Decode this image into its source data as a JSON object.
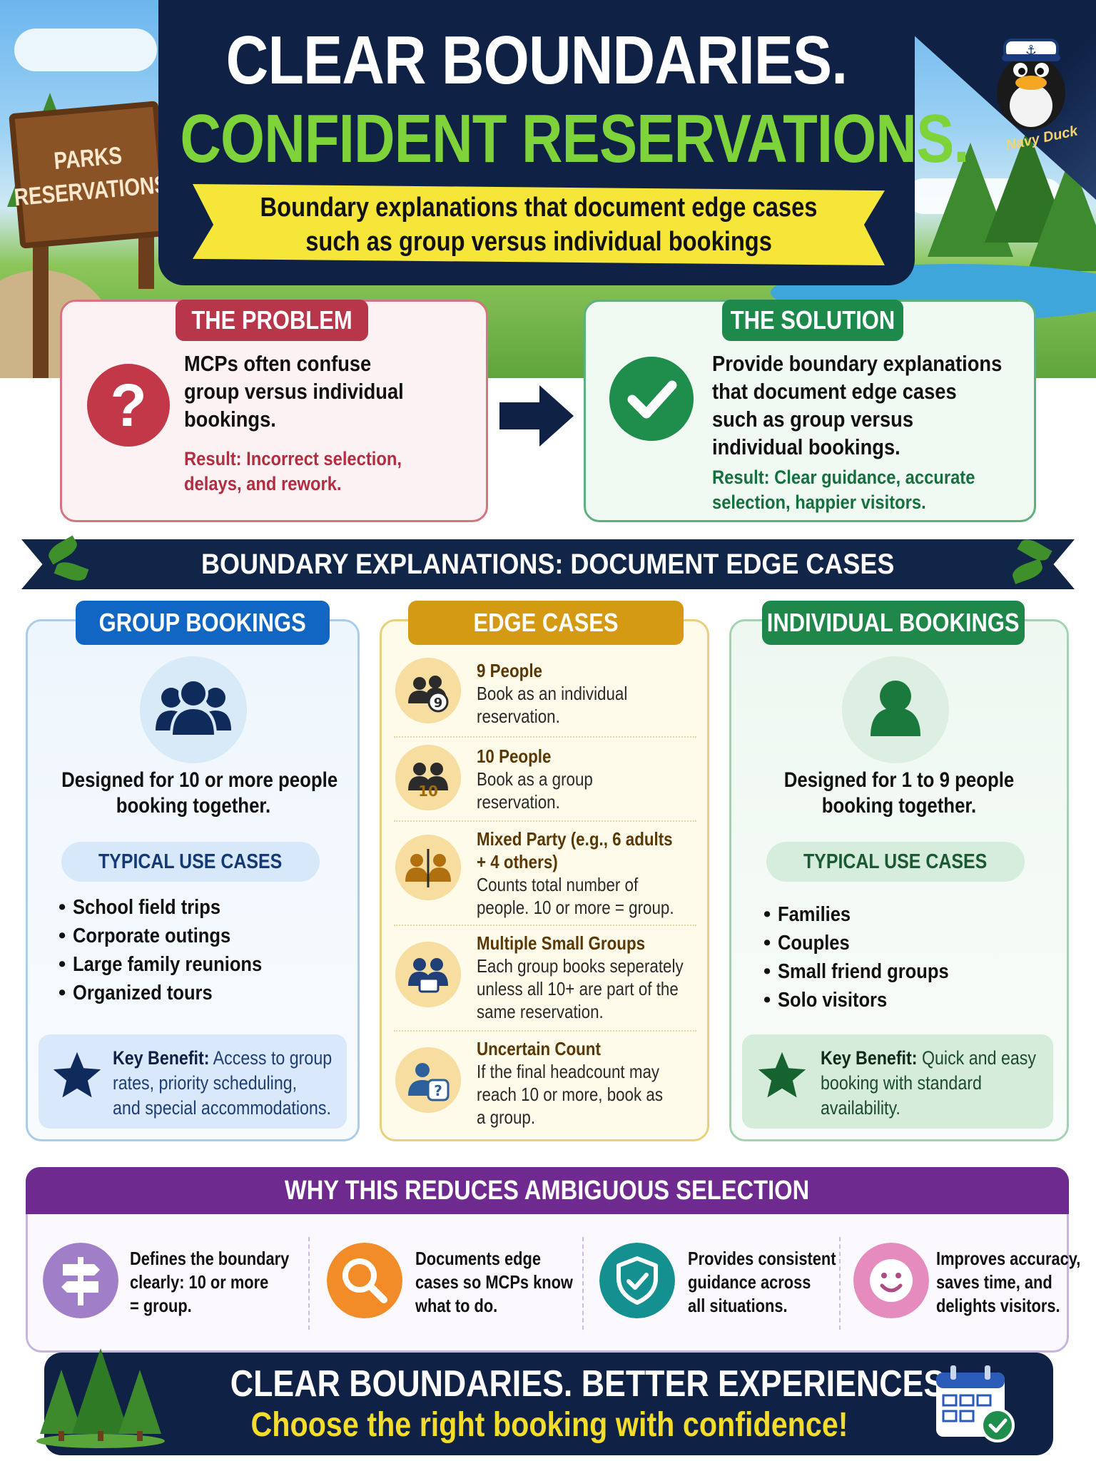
{
  "hero": {
    "sign": [
      "PARKS",
      "RESERVATIONS"
    ],
    "title_line1": "CLEAR BOUNDARIES.",
    "title_line2": "CONFIDENT RESERVATIONS.",
    "subtitle": [
      "Boundary explanations that document edge cases",
      "such as group versus individual bookings"
    ],
    "brand": "Navy Duck"
  },
  "problem": {
    "label": "THE PROBLEM",
    "icon": "question-icon",
    "text": [
      "MCPs often confuse",
      "group versus individual",
      "bookings."
    ],
    "result": [
      "Result: Incorrect selection,",
      "delays, and rework."
    ]
  },
  "solution": {
    "label": "THE SOLUTION",
    "icon": "check-icon",
    "text": [
      "Provide boundary explanations",
      "that document edge cases",
      "such as group versus",
      "individual bookings."
    ],
    "result": [
      "Result: Clear guidance, accurate",
      "selection, happier visitors."
    ]
  },
  "banner": "BOUNDARY EXPLANATIONS: DOCUMENT EDGE CASES",
  "group": {
    "label": "GROUP BOOKINGS",
    "desc": [
      "Designed for 10 or more people",
      "booking together."
    ],
    "use_cases_label": "TYPICAL USE CASES",
    "use_cases": [
      "School field trips",
      "Corporate outings",
      "Large family reunions",
      "Organized tours"
    ],
    "benefit_label": "Key Benefit:",
    "benefit": [
      "Access to group",
      "rates, priority scheduling,",
      "and special accommodations."
    ]
  },
  "edge": {
    "label": "EDGE CASES",
    "cases": [
      {
        "title": [
          "9 People"
        ],
        "desc": [
          "Book as an individual",
          "reservation."
        ],
        "icon": "people-9-icon"
      },
      {
        "title": [
          "10 People"
        ],
        "desc": [
          "Book as a group",
          "reservation."
        ],
        "icon": "people-10-icon"
      },
      {
        "title": [
          "Mixed Party (e.g., 6 adults",
          "+ 4 others)"
        ],
        "desc": [
          "Counts total number of",
          "people. 10 or more = group."
        ],
        "icon": "mixed-party-icon"
      },
      {
        "title": [
          "Multiple Small Groups"
        ],
        "desc": [
          "Each group books seperately",
          "unless all 10+ are part of the",
          "same reservation."
        ],
        "icon": "small-groups-icon"
      },
      {
        "title": [
          "Uncertain Count"
        ],
        "desc": [
          "If the final headcount may",
          "reach 10 or more, book as",
          "a group."
        ],
        "icon": "uncertain-count-icon"
      }
    ]
  },
  "individual": {
    "label": "INDIVIDUAL BOOKINGS",
    "desc": [
      "Designed for 1 to 9 people",
      "booking together."
    ],
    "use_cases_label": "TYPICAL USE CASES",
    "use_cases": [
      "Families",
      "Couples",
      "Small friend groups",
      "Solo visitors"
    ],
    "benefit_label": "Key Benefit:",
    "benefit": [
      "Quick and easy",
      "booking with standard",
      "availability."
    ]
  },
  "why": {
    "label": "WHY THIS REDUCES AMBIGUOUS SELECTION",
    "items": [
      {
        "icon": "signpost-icon",
        "color": "#a07fc8",
        "text": [
          "Defines the boundary",
          "clearly: 10 or more",
          "= group."
        ]
      },
      {
        "icon": "magnifier-icon",
        "color": "#f28c28",
        "text": [
          "Documents edge",
          "cases so MCPs know",
          "what to do."
        ]
      },
      {
        "icon": "shield-check-icon",
        "color": "#13908f",
        "text": [
          "Provides consistent",
          "guidance across",
          "all situations."
        ]
      },
      {
        "icon": "smiley-icon",
        "color": "#e58bbd",
        "text": [
          "Improves accuracy,",
          "saves time, and",
          "delights visitors."
        ]
      }
    ]
  },
  "footer": {
    "line1": "CLEAR BOUNDARIES. BETTER EXPERIENCES.",
    "line2": "Choose the right booking with confidence!"
  },
  "colors": {
    "navy": "#0f2145",
    "green_title": "#7ed23a",
    "problem_red": "#b8364a",
    "solution_green": "#1d8a4c",
    "group_blue": "#1066c2",
    "edge_gold": "#d49a14",
    "why_purple": "#6e2a8f",
    "footer_yellow": "#f4dc2c"
  }
}
